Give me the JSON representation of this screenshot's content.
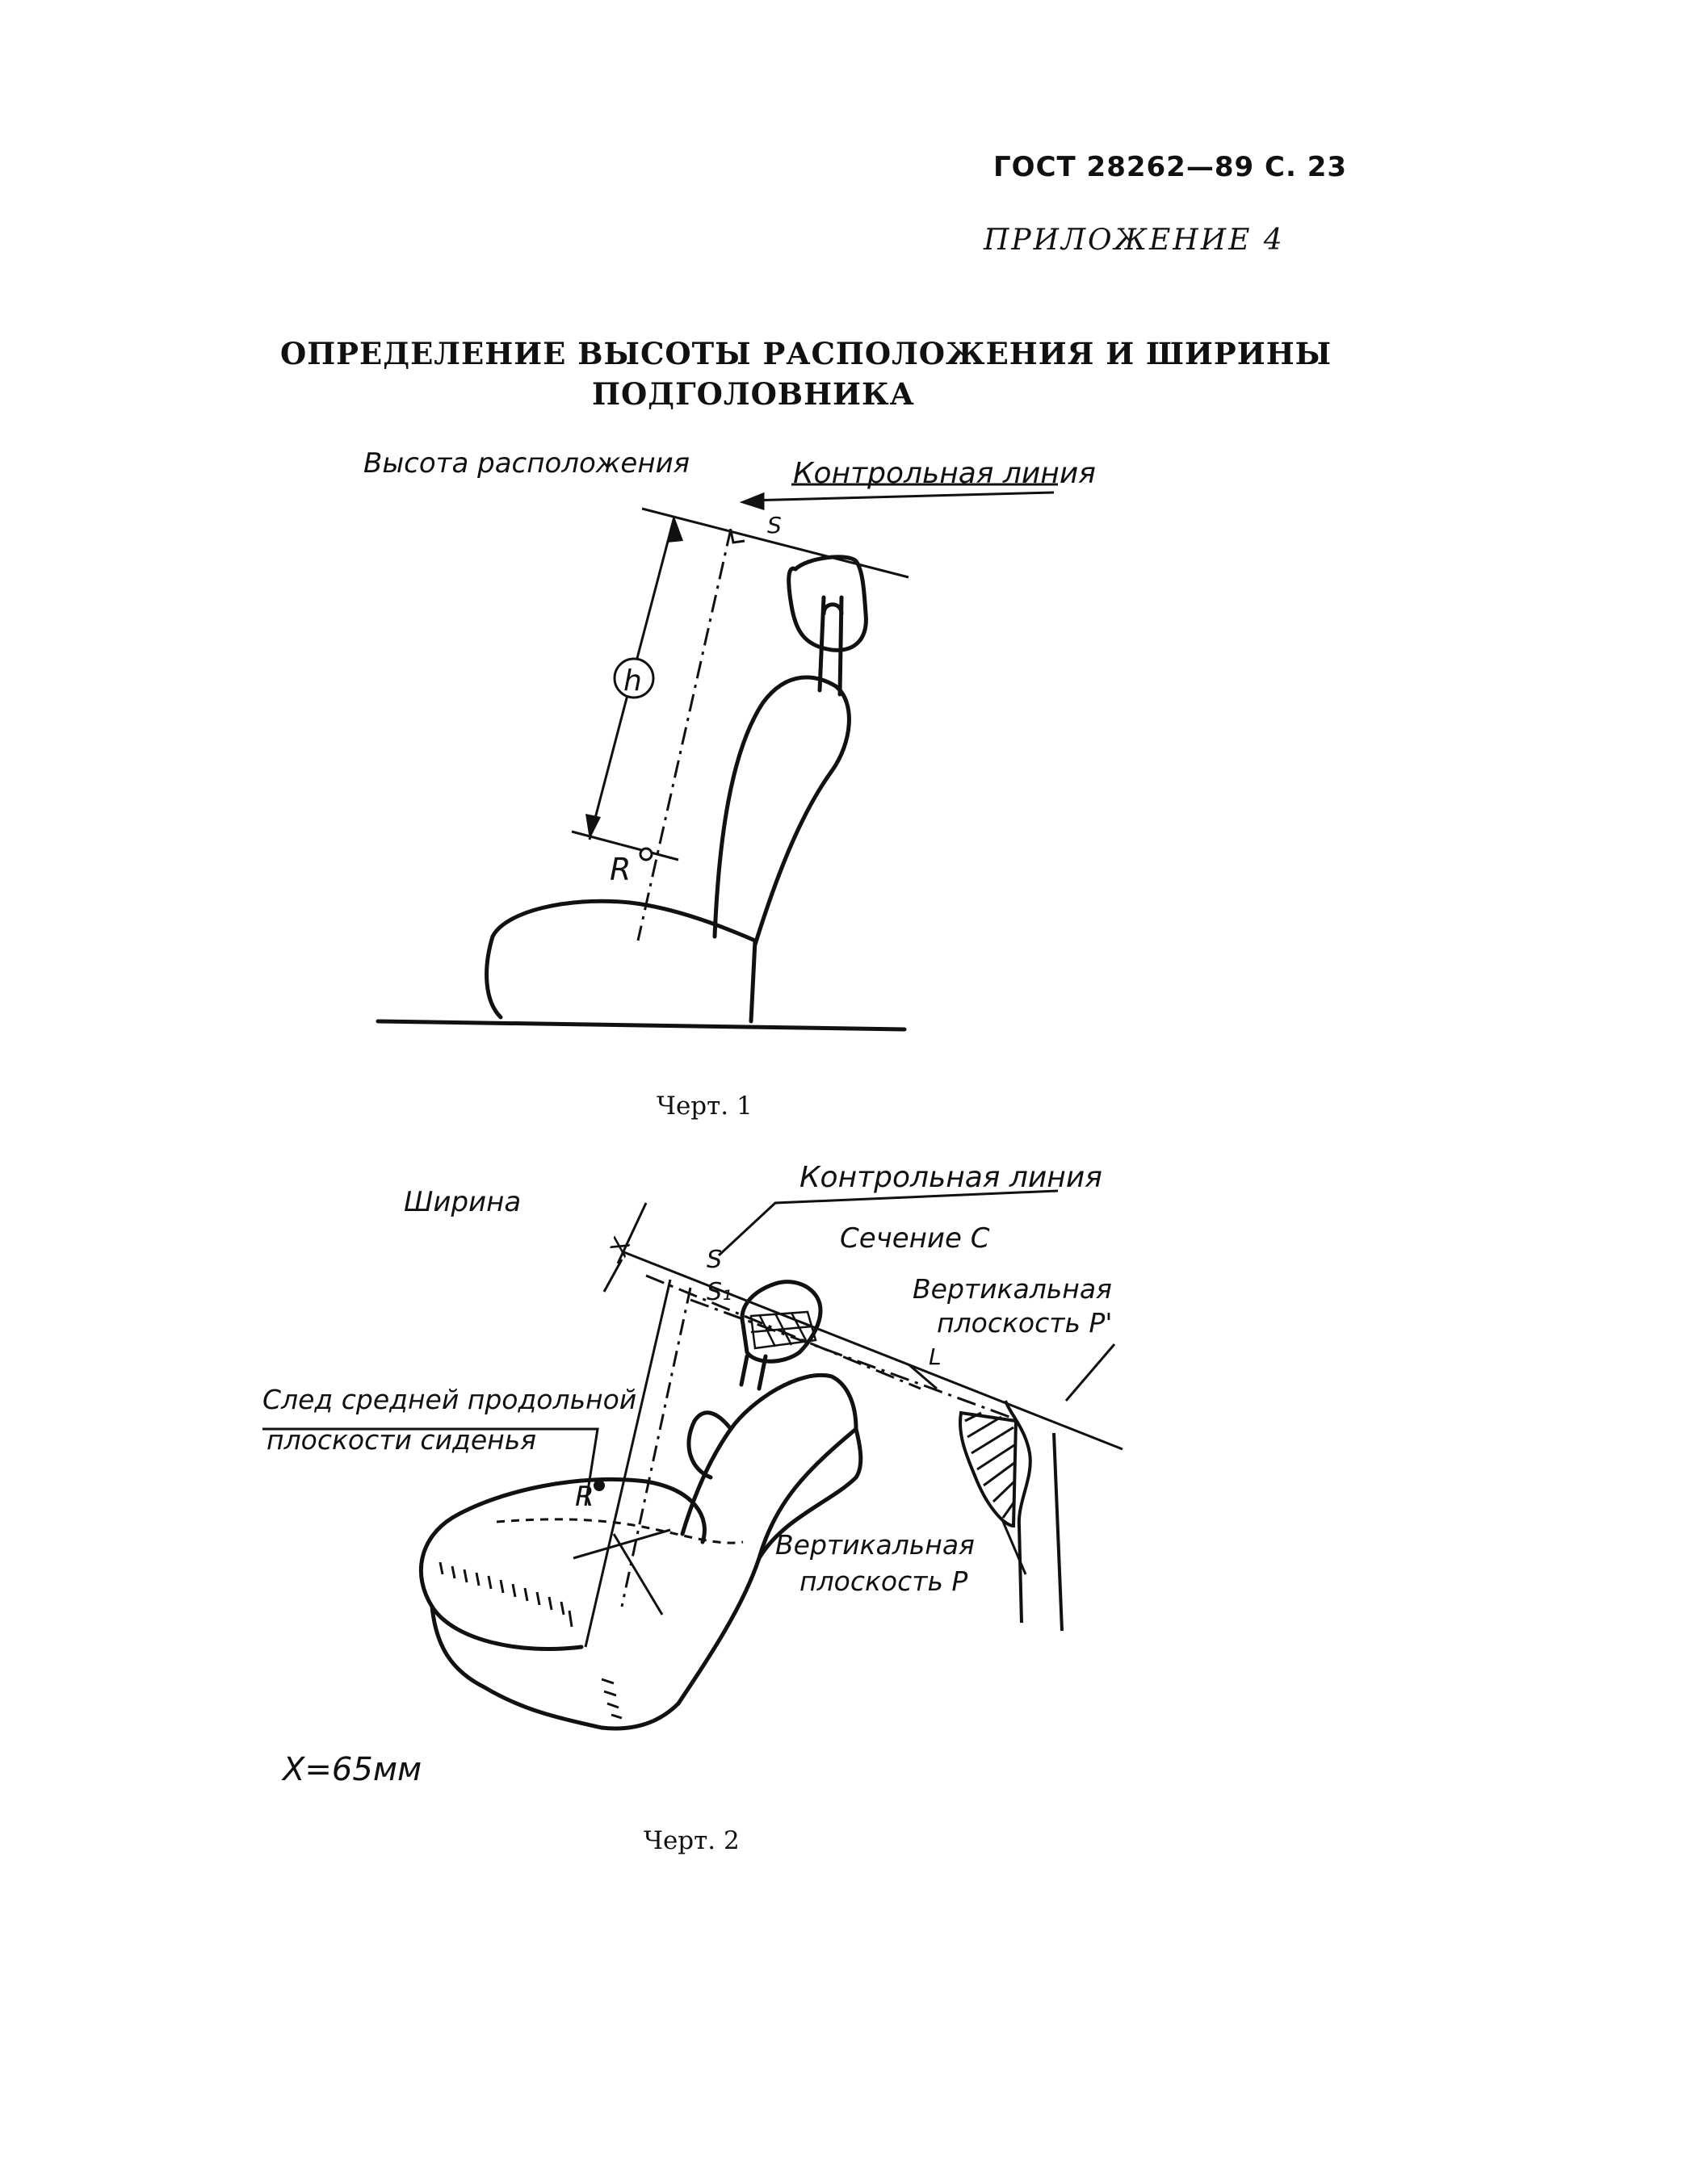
{
  "header": {
    "standard": "ГОСТ 28262—89 С. 23",
    "appendix": "ПРИЛОЖЕНИЕ 4"
  },
  "title": {
    "line1": "ОПРЕДЕЛЕНИЕ ВЫСОТЫ РАСПОЛОЖЕНИЯ И ШИРИНЫ",
    "line2": "ПОДГОЛОВНИКА"
  },
  "figure1": {
    "heading": "Высота расположения",
    "control_line": "Контрольная линия",
    "label_s": "S",
    "label_h": "h",
    "label_r": "R",
    "caption": "Черт. 1"
  },
  "figure2": {
    "heading": "Ширина",
    "control_line": "Контрольная линия",
    "label_x": "X",
    "label_s": "S",
    "label_s1": "S₁",
    "section": "Сечение C",
    "vertical_p1_line1": "Вертикальная",
    "vertical_p1_line2": "плоскость P'",
    "trace_line1": "След средней продольной",
    "trace_line2": "плоскости сиденья",
    "label_r": "R",
    "label_l": "L",
    "vertical_p_line1": "Вертикальная",
    "vertical_p_line2": "плоскость P",
    "note": "X=65мм",
    "caption": "Черт. 2"
  }
}
